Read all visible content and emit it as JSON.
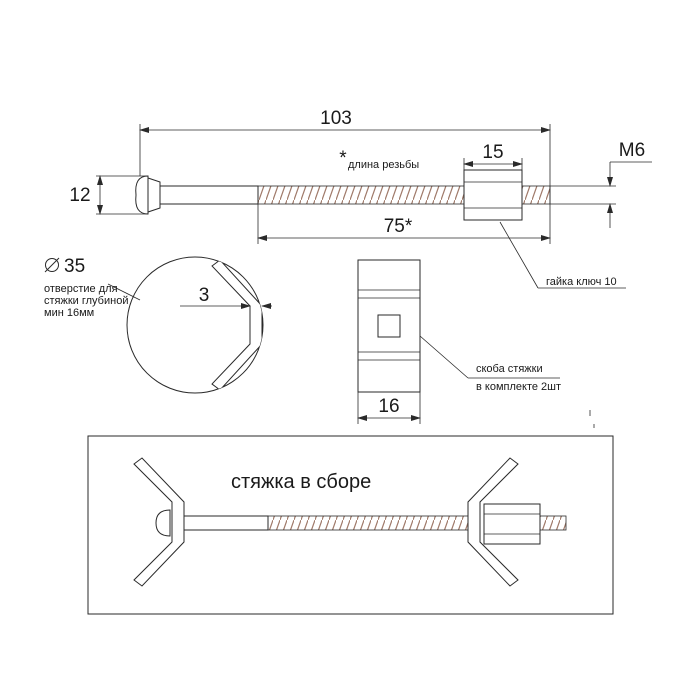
{
  "bolt": {
    "dim_total": "103",
    "dim_nut": "15",
    "dim_thread": "75*",
    "dim_head": "12",
    "thread_label": "M6",
    "thread_note_mark": "*",
    "thread_note": "длина резьбы",
    "nut_note": "гайка ключ 10"
  },
  "hole": {
    "diameter": "35",
    "note_lines": [
      "отверстие для",
      "стяжки глубиной",
      "мин 16мм"
    ],
    "bracket_dim": "3"
  },
  "bracket": {
    "width_dim": "16",
    "note_lines": [
      "скоба стяжки",
      "в комплекте 2шт"
    ]
  },
  "assembly": {
    "title": "стяжка в сборе"
  }
}
